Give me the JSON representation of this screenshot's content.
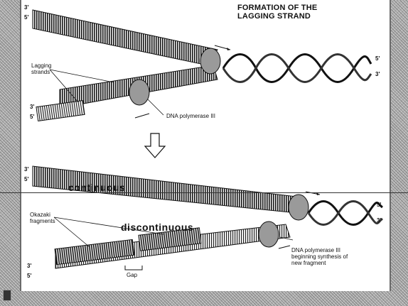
{
  "diagram": {
    "title": "FORMATION OF THE LAGGING STRAND",
    "labels": {
      "lagging_strands": "Lagging strands",
      "dna_polymerase_top": "DNA polymerase III",
      "continuous": "continuous",
      "okazaki_fragments": "Okazaki fragments",
      "discontinuous": "discontinuous",
      "dna_polymerase_bottom": "DNA polymerase III beginning synthesis of new fragment",
      "gap": "Gap"
    },
    "ends": {
      "top_left_upper": "3'",
      "top_left_lower": "5'",
      "top_right_upper": "5'",
      "top_right_lower": "3'",
      "top_bottom_left_upper": "3'",
      "top_bottom_left_lower": "5'",
      "bot_left_upper": "3'",
      "bot_left_lower": "5'",
      "bot_right_upper": "5'",
      "bot_right_lower": "3'",
      "bot_bottom_left_upper": "3'",
      "bot_bottom_left_lower": "5'"
    }
  }
}
